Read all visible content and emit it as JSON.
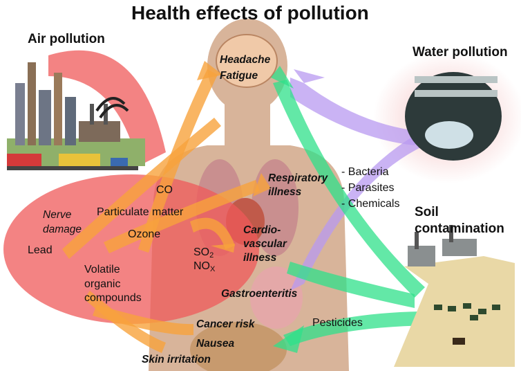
{
  "title": "Health effects of pollution",
  "sources": {
    "air": "Air pollution",
    "water": "Water pollution",
    "soil_line1": "Soil",
    "soil_line2": "contamination"
  },
  "air_pollutants": {
    "co": "CO",
    "particulate": "Particulate matter",
    "ozone": "Ozone",
    "lead": "Lead",
    "voc_line1": "Volatile",
    "voc_line2": "organic",
    "voc_line3": "compounds",
    "so2_base": "SO",
    "so2_sub": "2",
    "nox_base": "NO",
    "nox_sub": "X"
  },
  "water_pollutants": {
    "bacteria": "- Bacteria",
    "parasites": "- Parasites",
    "chemicals": "- Chemicals"
  },
  "soil_pollutants": {
    "pesticides": "Pesticides"
  },
  "health_effects": {
    "headache": "Headache",
    "fatigue": "Fatigue",
    "respiratory_line1": "Respiratory",
    "respiratory_line2": "illness",
    "cardio_line1": "Cardio-",
    "cardio_line2": "vascular",
    "cardio_line3": "illness",
    "gastro": "Gastroenteritis",
    "cancer": "Cancer risk",
    "nausea": "Nausea",
    "skin": "Skin irritation",
    "nerve_line1": "Nerve",
    "nerve_line2": "damage"
  },
  "colors": {
    "air_region": "#ef5a5a",
    "air_arrow": "#f7a23c",
    "water_arrow": "#b89af0",
    "soil_arrow": "#2fe08a",
    "body": "#d8b49a",
    "lungs": "#c98f8f"
  }
}
